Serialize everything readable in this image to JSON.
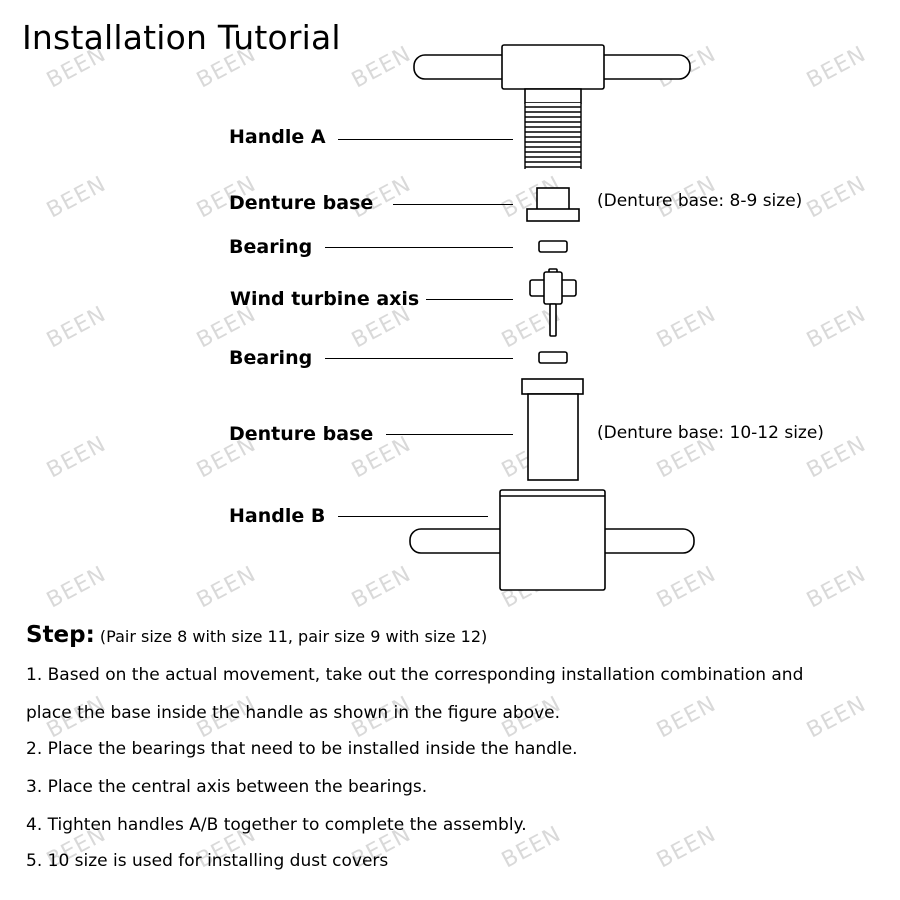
{
  "title": "Installation Tutorial",
  "watermark": "BEEN",
  "labels": {
    "handle_a": "Handle A",
    "denture_base_top": "Denture base",
    "bearing_top": "Bearing",
    "wind_turbine_axis": "Wind turbine axis",
    "bearing_bottom": "Bearing",
    "denture_base_bottom": "Denture base",
    "handle_b": "Handle B"
  },
  "notes": {
    "denture_base_small": "(Denture base: 8-9 size)",
    "denture_base_large": "(Denture base: 10-12 size)"
  },
  "steps": {
    "heading": "Step:",
    "pairing": "(Pair size 8 with size 11, pair size 9 with size 12)",
    "items": [
      "1. Based on the actual movement, take out the corresponding installation combination and",
      "place the base inside the handle as shown in the figure above.",
      "2. Place the bearings that need to be installed inside the handle.",
      "3. Place the central axis between the bearings.",
      "4. Tighten handles A/B together to complete the assembly.",
      "5. 10 size is used for installing dust covers"
    ]
  }
}
